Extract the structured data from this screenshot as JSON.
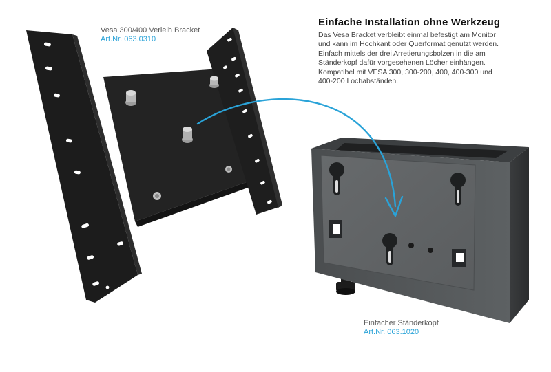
{
  "heading": {
    "title": "Einfache Installation ohne Werkzeug",
    "lines": [
      "Das Vesa Bracket verbleibt einmal befestigt am Monitor",
      "und kann im Hochkant oder Querformat genutzt werden.",
      "Einfach mittels der drei Arretierungsbolzen in die am",
      "Ständerkopf dafür vorgesehenen Löcher einhängen.",
      "Kompatibel mit VESA 300, 300-200, 400, 400-300 und",
      "400-200 Lochabständen."
    ]
  },
  "bracket": {
    "name": "Vesa 300/400 Verleih Bracket",
    "article": "Art.Nr. 063.0310"
  },
  "stand_head": {
    "name": "Einfacher Ständerkopf",
    "article": "Art.Nr. 063.1020"
  },
  "colors": {
    "accent": "#2aa3d8",
    "bracket": "#1e1e1e",
    "stand_head": "#55585a"
  }
}
